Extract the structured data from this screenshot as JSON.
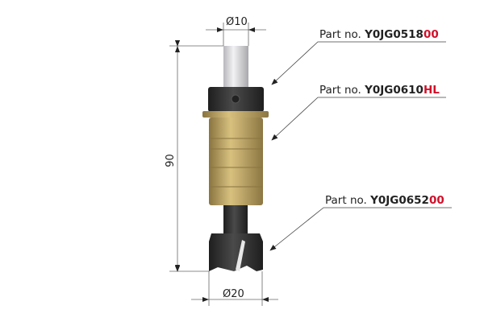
{
  "dimensions": {
    "top_diameter": "Ø10",
    "bottom_diameter": "Ø20",
    "length": "90"
  },
  "parts": [
    {
      "prefix": "Part no.",
      "code": "Y0JG0518",
      "suffix": "00"
    },
    {
      "prefix": "Part no.",
      "code": "Y0JG0610",
      "suffix": "HL"
    },
    {
      "prefix": "Part no.",
      "code": "Y0JG0652",
      "suffix": "00"
    }
  ],
  "colors": {
    "accent": "#d0102a",
    "brass": "#c9b070",
    "dark": "#2e2e2e"
  }
}
